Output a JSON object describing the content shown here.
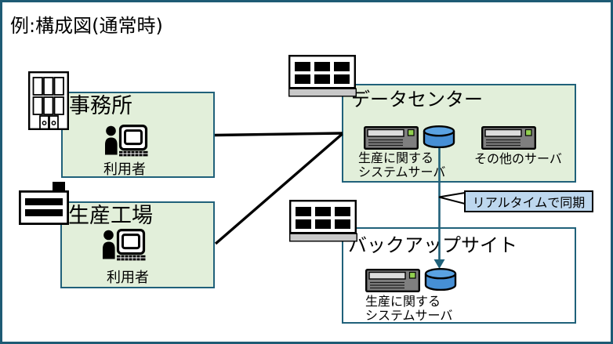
{
  "title": "例:構成図(通常時)",
  "boxes": {
    "office": {
      "label": "事務所",
      "user_label": "利用者"
    },
    "factory": {
      "label": "生産工場",
      "user_label": "利用者"
    },
    "datacenter": {
      "label": "データセンター",
      "production_server_label_line1": "生産に関する",
      "production_server_label_line2": "システムサーバ",
      "other_server_label": "その他のサーバ"
    },
    "backup": {
      "label": "バックアップサイト",
      "production_server_label_line1": "生産に関する",
      "production_server_label_line2": "システムサーバ"
    }
  },
  "callout": {
    "label": "リアルタイムで同期"
  },
  "connections": [
    {
      "from": "office",
      "to": "datacenter",
      "type": "line"
    },
    {
      "from": "factory",
      "to": "datacenter",
      "type": "line"
    },
    {
      "from": "datacenter-database",
      "to": "backup-database",
      "type": "arrow",
      "label": "リアルタイムで同期"
    }
  ],
  "icons": {
    "office": "office-building-icon",
    "factory": "factory-icon",
    "datacenter": "datacenter-building-icon",
    "backup": "datacenter-building-icon",
    "user": "user-workstation-icon",
    "server": "rack-server-icon",
    "database": "database-cylinder-icon"
  },
  "colors": {
    "frame_border": "#1E5B74",
    "box_border": "#20617A",
    "box_fill_green": "#E2EFDA",
    "callout_fill": "#BDD7EE",
    "database_blue": "#4E95D9",
    "server_gray": "#7F7F7F",
    "led_green": "#92D050",
    "connector": "#000000",
    "sync_arrow": "#20617A"
  }
}
